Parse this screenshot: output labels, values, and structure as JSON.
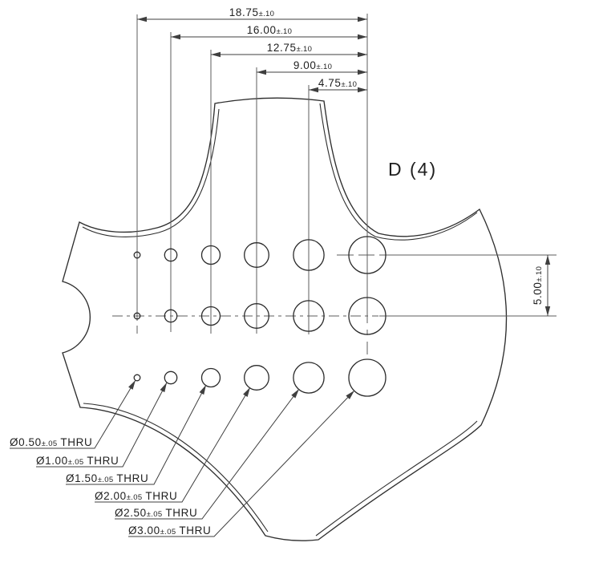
{
  "drawing": {
    "detail_label": "D (4)",
    "horizontal_dimensions": [
      {
        "value": "18.75",
        "tolerance": "±.10"
      },
      {
        "value": "16.00",
        "tolerance": "±.10"
      },
      {
        "value": "12.75",
        "tolerance": "±.10"
      },
      {
        "value": "9.00",
        "tolerance": "±.10"
      },
      {
        "value": "4.75",
        "tolerance": "±.10"
      }
    ],
    "vertical_dimension": {
      "value": "5.00",
      "tolerance": "±.10"
    },
    "hole_callouts": [
      {
        "diameter": "Ø0.50",
        "tolerance": "±.05",
        "suffix": "THRU"
      },
      {
        "diameter": "Ø1.00",
        "tolerance": "±.05",
        "suffix": "THRU"
      },
      {
        "diameter": "Ø1.50",
        "tolerance": "±.05",
        "suffix": "THRU"
      },
      {
        "diameter": "Ø2.00",
        "tolerance": "±.05",
        "suffix": "THRU"
      },
      {
        "diameter": "Ø2.50",
        "tolerance": "±.05",
        "suffix": "THRU"
      },
      {
        "diameter": "Ø3.00",
        "tolerance": "±.05",
        "suffix": "THRU"
      }
    ],
    "line_color": "#2e2e2e",
    "background_color": "#ffffff"
  }
}
